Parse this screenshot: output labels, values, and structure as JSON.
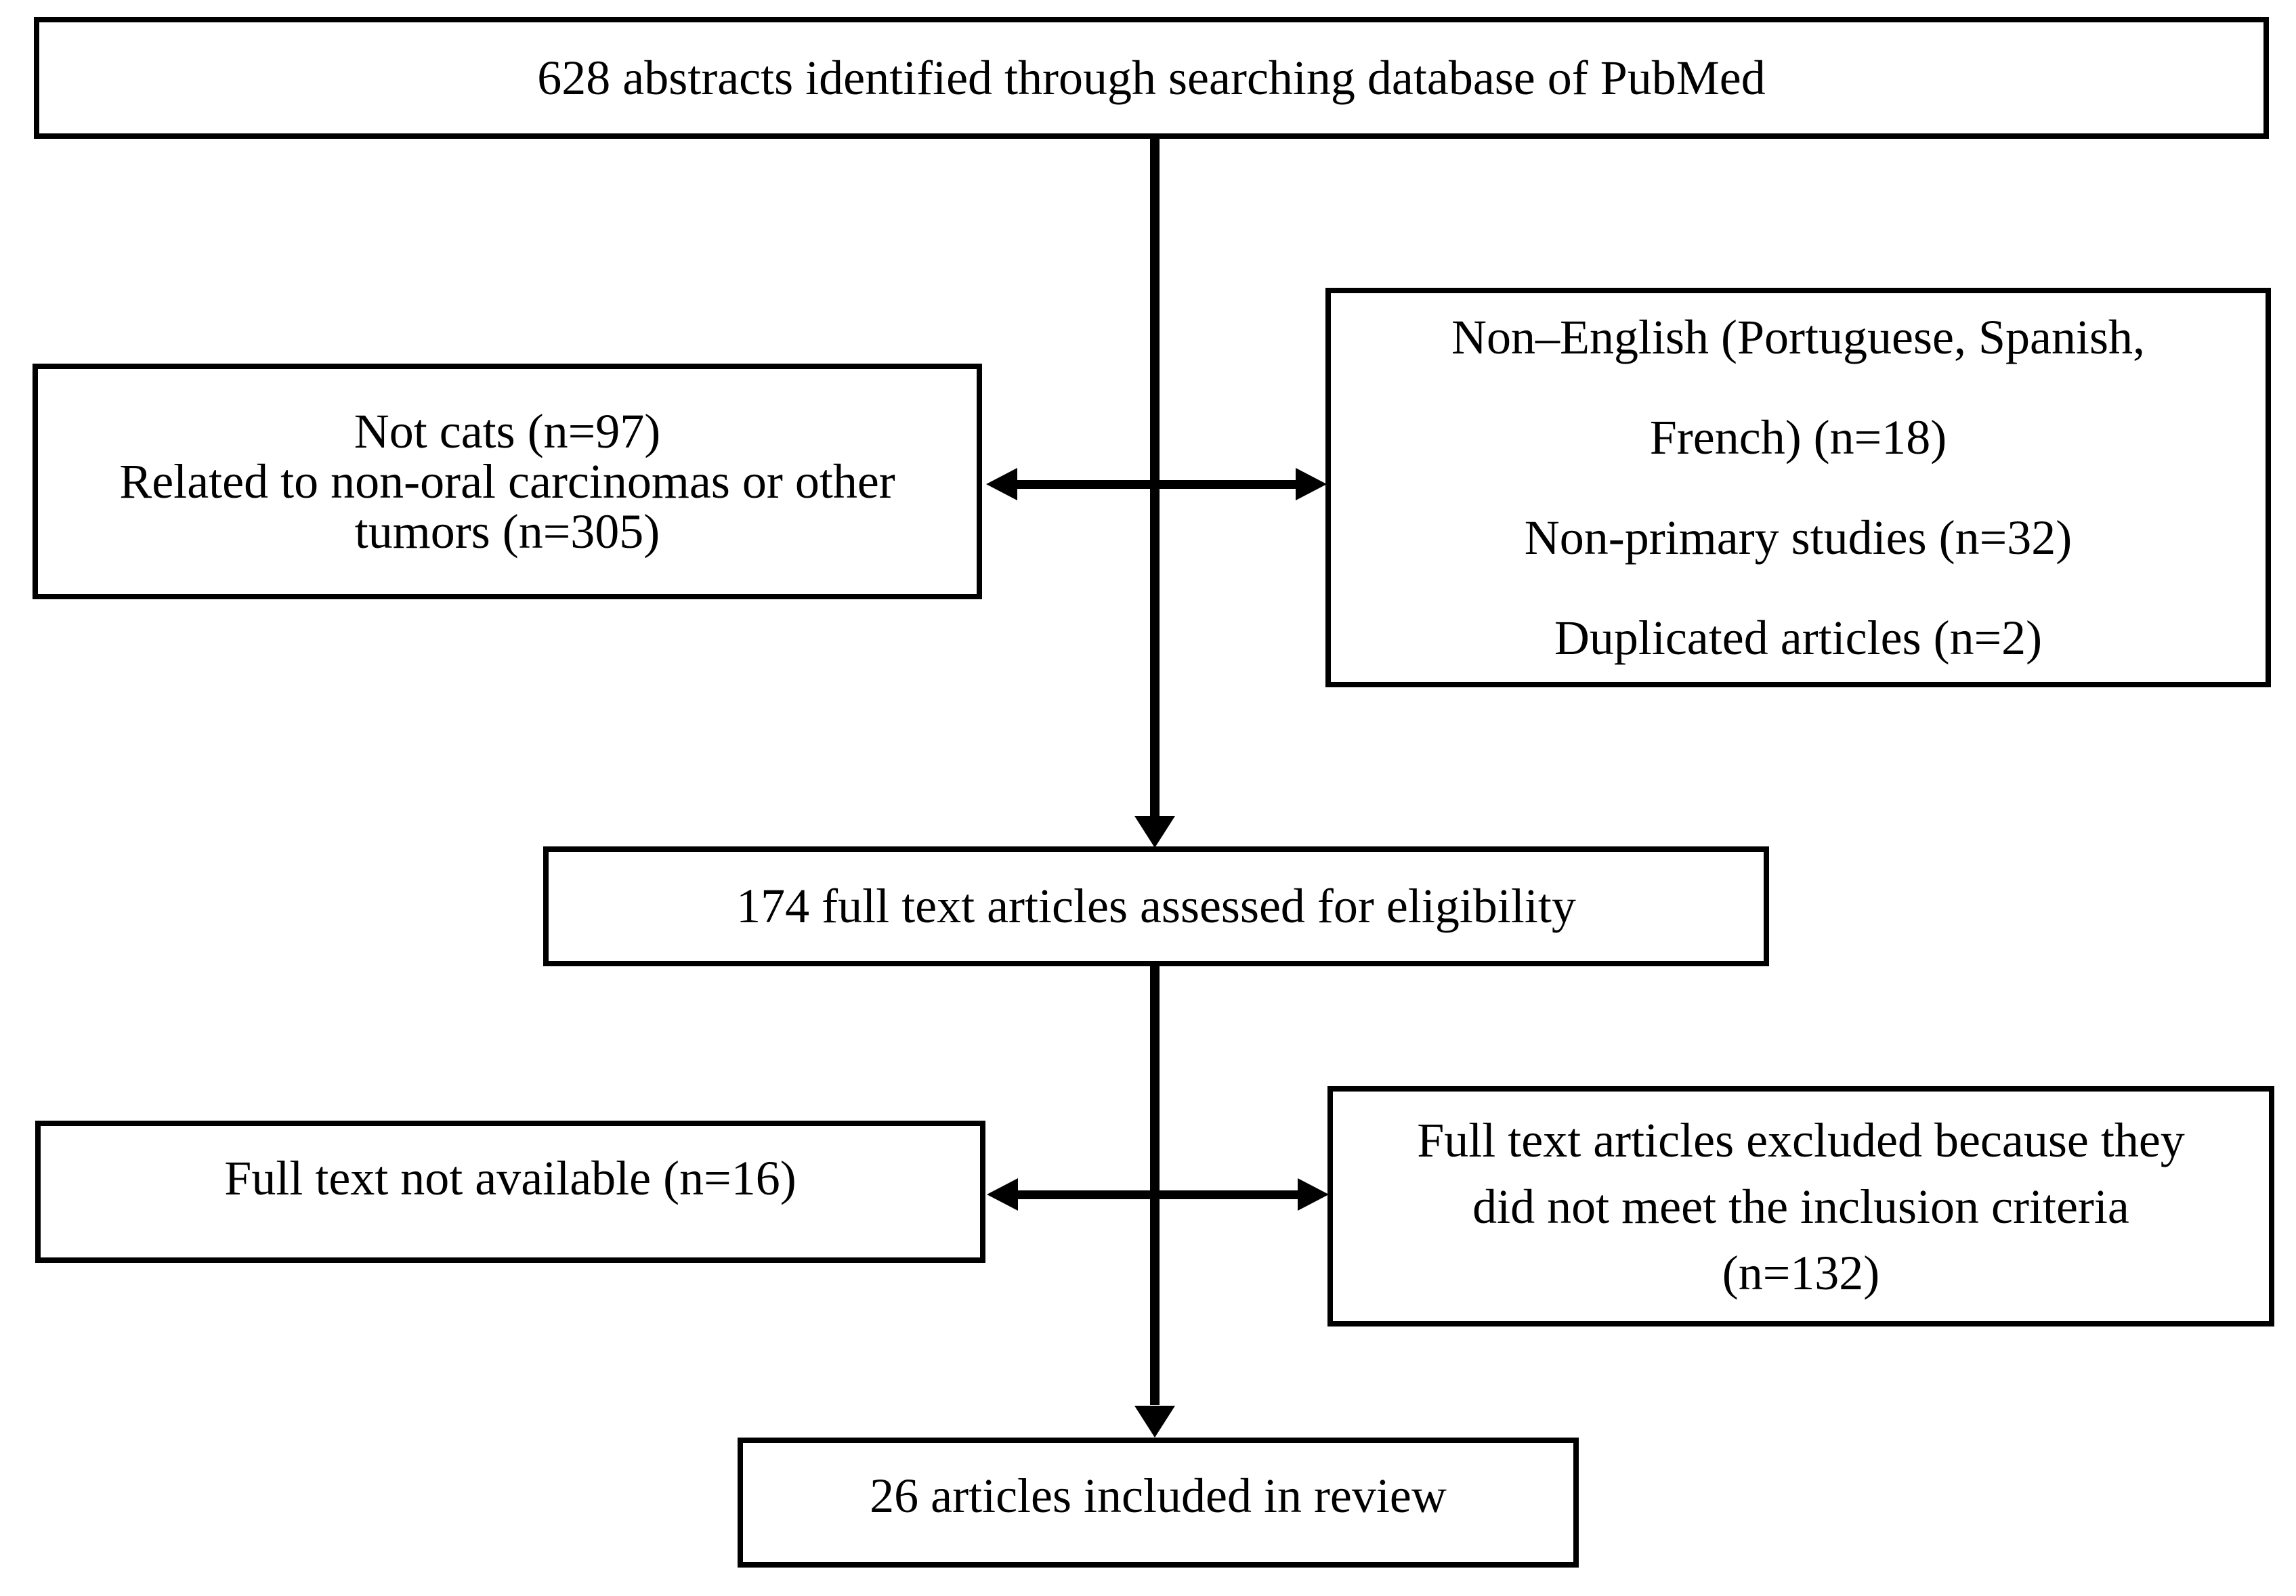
{
  "colors": {
    "ink": "#000000",
    "paper": "#ffffff"
  },
  "flowchart": {
    "top_box": {
      "text": "628 abstracts identified through searching database of PubMed"
    },
    "left_exclusion_box": {
      "lines": [
        "Not cats (n=97)",
        "Related to non-oral carcinomas or other",
        "tumors (n=305)"
      ]
    },
    "right_exclusion_box": {
      "lines": [
        "Non–English (Portuguese, Spanish,",
        "French) (n=18)",
        "Non-primary studies (n=32)",
        "Duplicated articles (n=2)"
      ]
    },
    "assessed_box": {
      "text": "174 full text articles assessed for eligibility"
    },
    "no_fulltext_box": {
      "text": "Full text not available (n=16)"
    },
    "fulltext_excluded_box": {
      "lines": [
        "Full text articles excluded because they",
        "did not meet the inclusion criteria",
        "(n=132)"
      ]
    },
    "included_box": {
      "text": "26 articles included in review"
    }
  }
}
